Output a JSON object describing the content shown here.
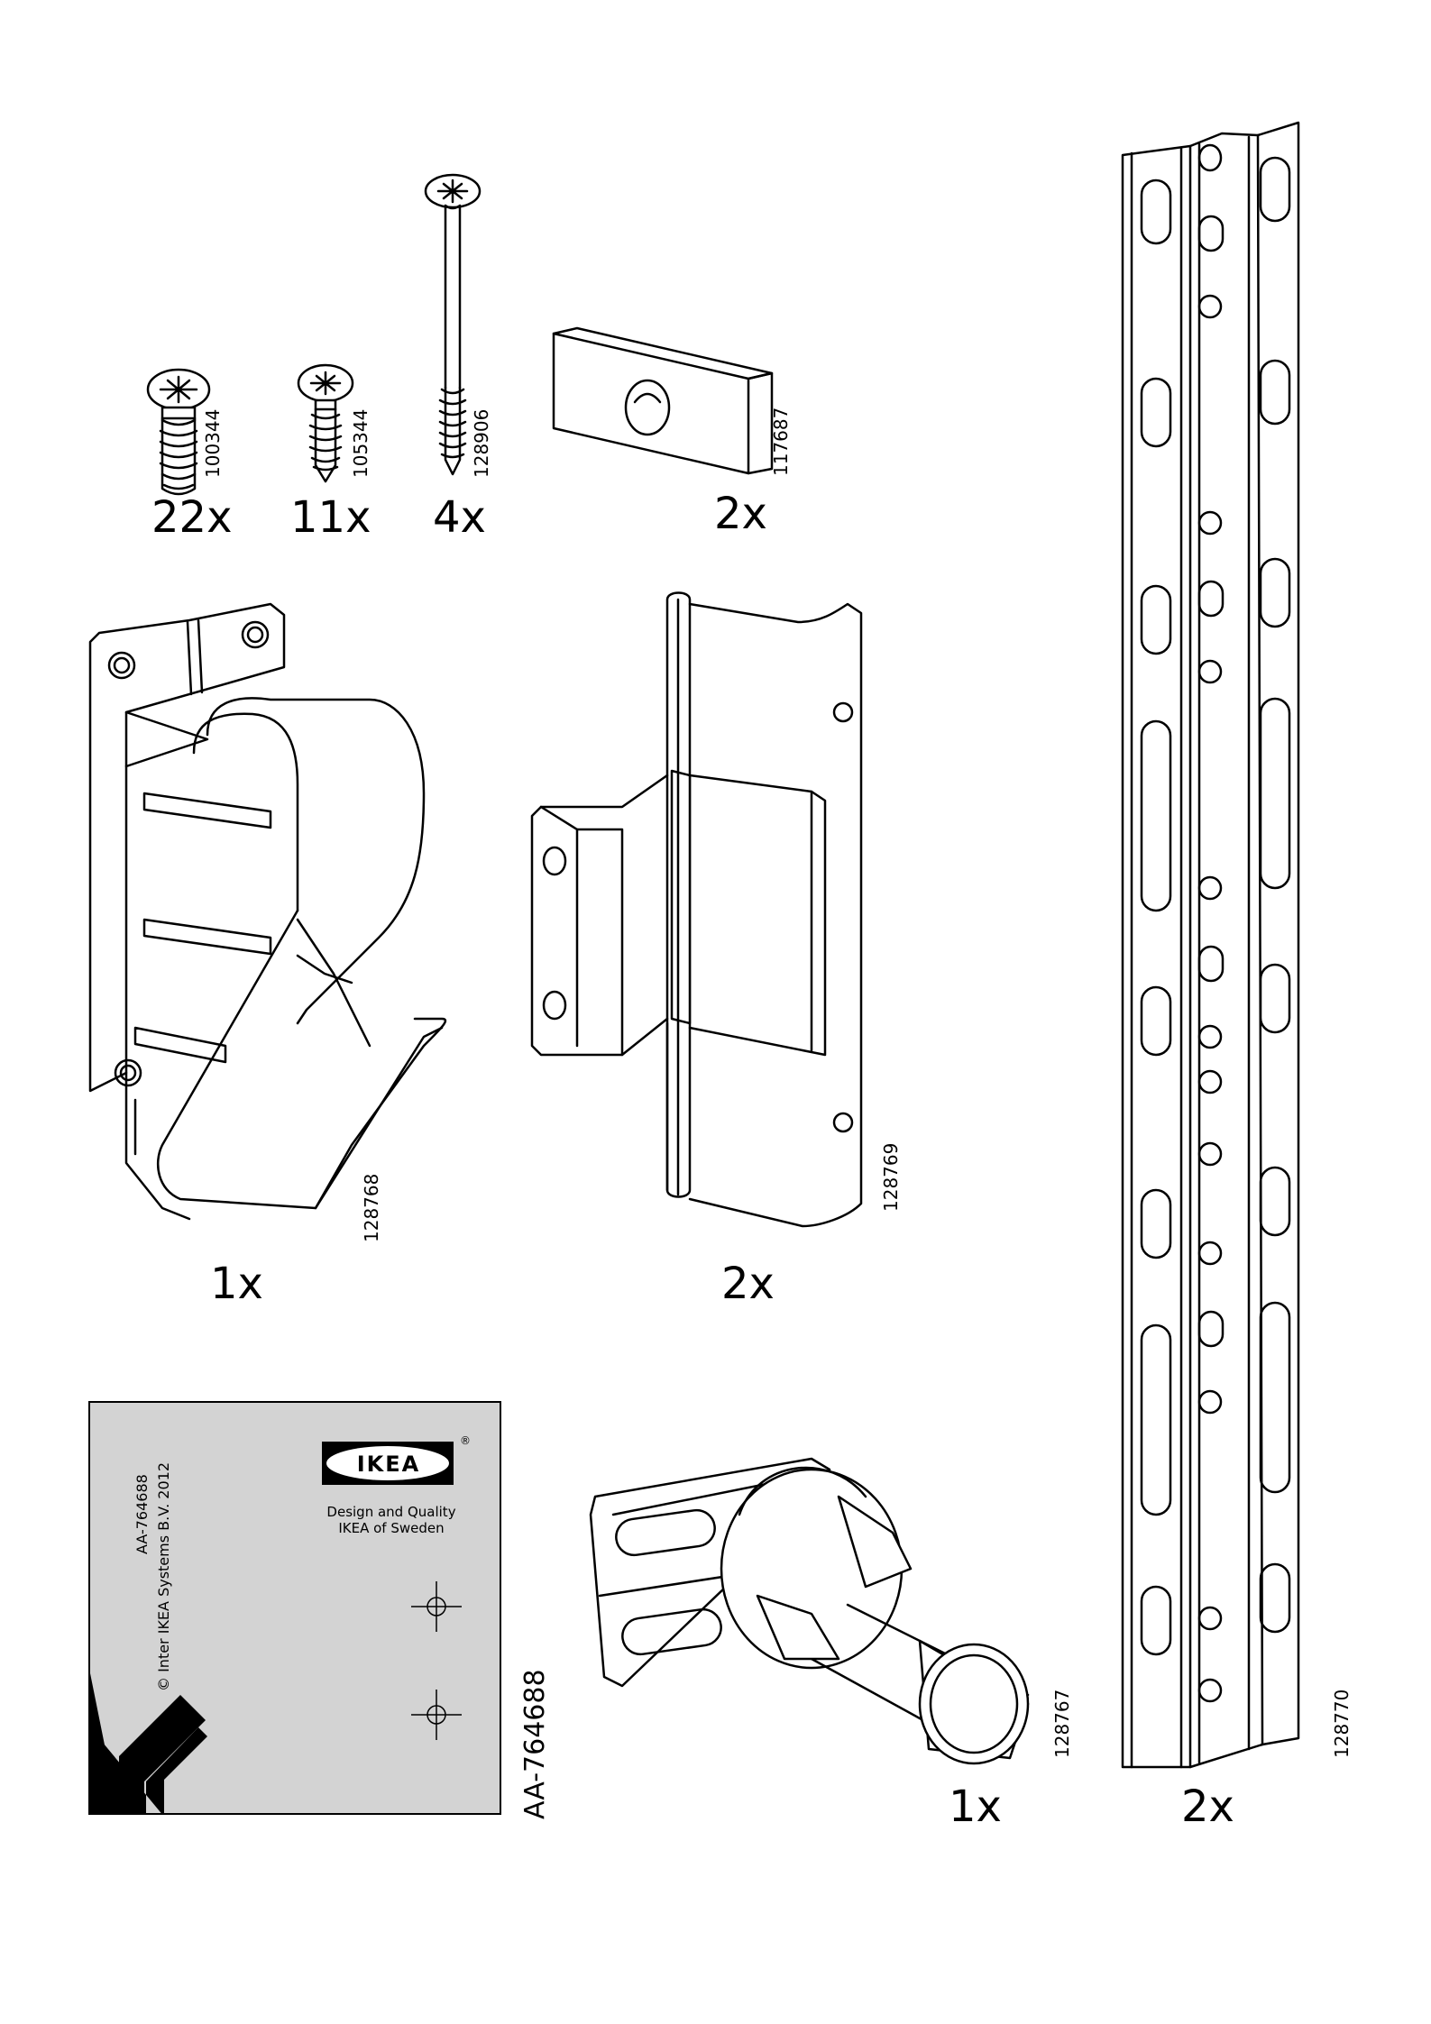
{
  "parts": [
    {
      "id": "screw-100344",
      "part_no": "100344",
      "qty": "22x"
    },
    {
      "id": "screw-105344",
      "part_no": "105344",
      "qty": "11x"
    },
    {
      "id": "screw-128906",
      "part_no": "128906",
      "qty": "4x"
    },
    {
      "id": "spacer-117687",
      "part_no": "117687",
      "qty": "2x"
    },
    {
      "id": "bracket-128768",
      "part_no": "128768",
      "qty": "1x"
    },
    {
      "id": "hinge-128769",
      "part_no": "128769",
      "qty": "2x"
    },
    {
      "id": "tube-holder-128767",
      "part_no": "128767",
      "qty": "1x"
    },
    {
      "id": "rail-128770",
      "part_no": "128770",
      "qty": "2x"
    }
  ],
  "card": {
    "doc_number": "AA-764688",
    "copyright": "© Inter IKEA Systems B.V. 2012",
    "logo_text": "IKEA",
    "registered_mark": "®",
    "tagline_line1": "Design and Quality",
    "tagline_line2": "IKEA of Sweden"
  },
  "doc_number_side": "AA-764688",
  "colors": {
    "line": "#000000",
    "card_fill": "#d3d3d3",
    "logo_blue": "#000000"
  }
}
